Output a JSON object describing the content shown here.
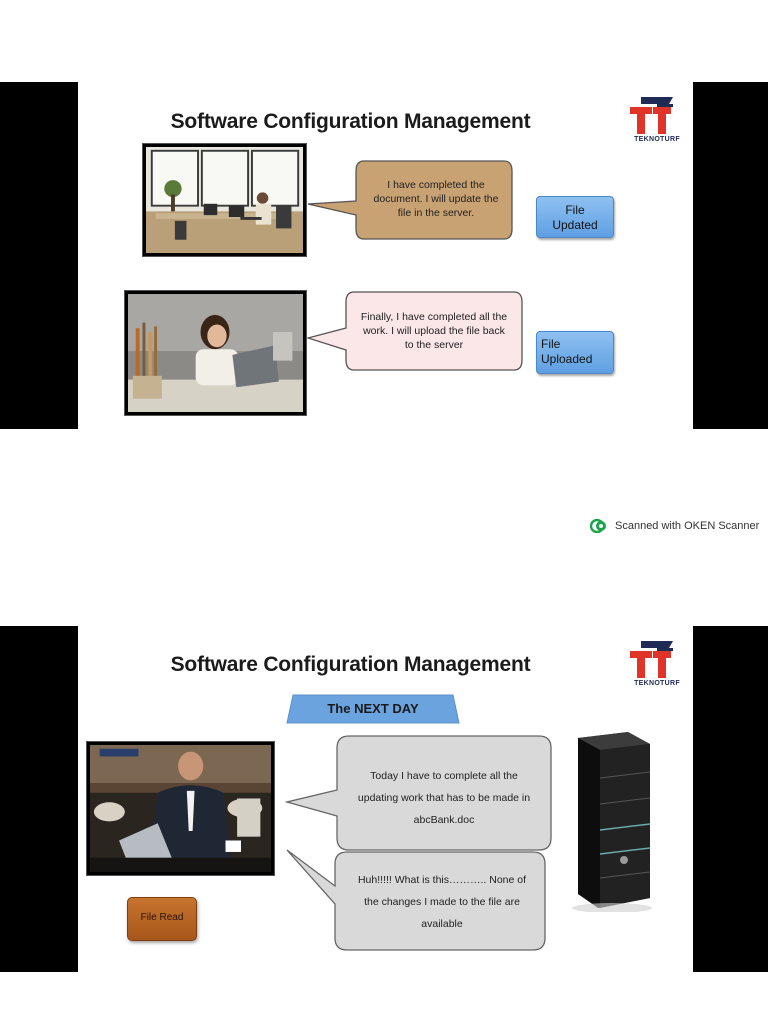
{
  "slide1": {
    "title": "Software Configuration Management",
    "logo_text": "TEKNOTURF",
    "bubble1": [
      "I have completed the",
      "document.  I will update the",
      "file in the server."
    ],
    "bubble2": [
      "Finally, I have completed all the",
      "work.  I will upload the file back",
      "to the server"
    ],
    "button1": [
      "File",
      "Updated"
    ],
    "button2": [
      "File",
      "Uploaded"
    ]
  },
  "scanner": {
    "label": "Scanned with OKEN Scanner"
  },
  "slide2": {
    "title": "Software Configuration Management",
    "logo_text": "TEKNOTURF",
    "banner": "The NEXT DAY",
    "bubble1": [
      "Today I have to complete all the",
      "updating work that has to be made in",
      "abcBank.doc"
    ],
    "bubble2": [
      "Huh!!!!! What is this………..  None of",
      "the changes I made to the file are",
      "available"
    ],
    "button": "File Read"
  },
  "colors": {
    "brand_red": "#e0342a",
    "brand_navy": "#1f2a55",
    "button_blue": "#6aaaea",
    "button_orange": "#b8621f",
    "bubble_tan": "#c9a273",
    "bubble_pink": "#fbe6e8",
    "bubble_gray": "#d9d9d9"
  }
}
